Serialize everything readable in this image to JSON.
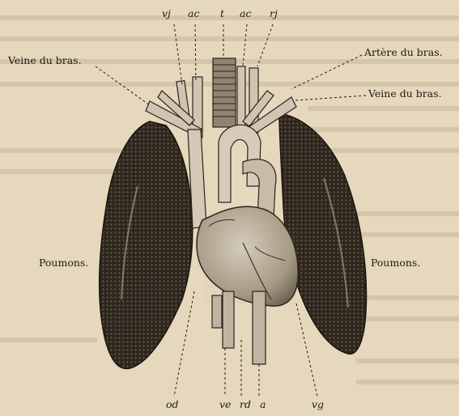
{
  "labels": {
    "vj_top": "vj",
    "ac_top_left": "ac",
    "t_top": "t",
    "ac_top_right": "ac",
    "rj_top": "rj",
    "veine_left": "Veine du bras.",
    "artere_right": "Artère du bras.",
    "veine_right": "Veine du bras.",
    "poumons_left": "Poumons.",
    "poumons_right": "Poumons.",
    "od": "od",
    "ve": "ve",
    "rd": "rd",
    "a": "a",
    "vg": "vg"
  },
  "colors": {
    "paper": "#e6d8bd",
    "ink": "#1e1a14",
    "lung_dark": "#2b241c",
    "heart_light": "#bdb3a1"
  }
}
